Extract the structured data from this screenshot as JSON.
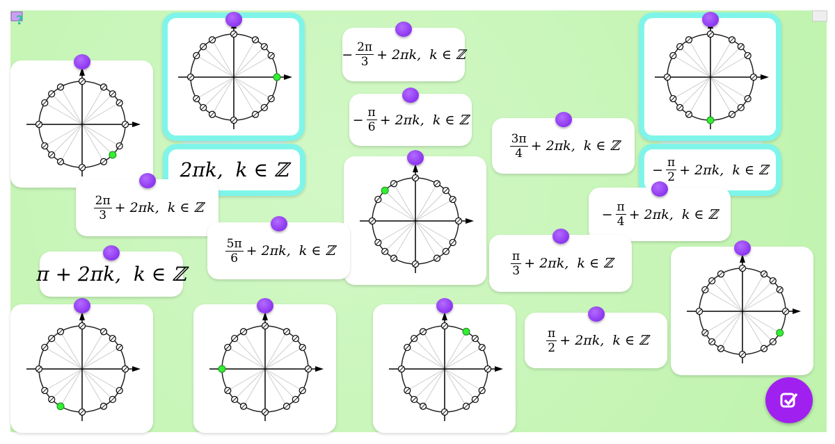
{
  "icons": {
    "help": "help-icon",
    "fullscreen": "fullscreen-icon",
    "check": "check-icon"
  },
  "colors": {
    "background": "#c4f5b6",
    "pin": "#8a2be2",
    "matched_border": "#7ff5ea",
    "highlight_point": "#33ee33",
    "check_button": "#a020f0"
  },
  "text_cards": [
    {
      "id": "t1",
      "prefix": "−",
      "num": "2π",
      "den": "3",
      "suffix": "+ 2πk,  k ∈ ℤ",
      "matched": false
    },
    {
      "id": "t2",
      "prefix": "−",
      "num": "π",
      "den": "6",
      "suffix": "+ 2πk,  k ∈ ℤ",
      "matched": false
    },
    {
      "id": "t3",
      "prefix": "",
      "num": "3π",
      "den": "4",
      "suffix": "+ 2πk,  k ∈ ℤ",
      "matched": false
    },
    {
      "id": "t4",
      "prefix": "",
      "num": "",
      "den": "",
      "suffix": "2πk,  k ∈ ℤ",
      "matched": true
    },
    {
      "id": "t5",
      "prefix": "−",
      "num": "π",
      "den": "2",
      "suffix": "+ 2πk,  k ∈ ℤ",
      "matched": true
    },
    {
      "id": "t6",
      "prefix": "",
      "num": "2π",
      "den": "3",
      "suffix": "+ 2πk,  k ∈ ℤ",
      "matched": false
    },
    {
      "id": "t7",
      "prefix": "−",
      "num": "π",
      "den": "4",
      "suffix": "+ 2πk,  k ∈ ℤ",
      "matched": false
    },
    {
      "id": "t8",
      "prefix": "",
      "num": "5π",
      "den": "6",
      "suffix": "+ 2πk,  k ∈ ℤ",
      "matched": false
    },
    {
      "id": "t9",
      "prefix": "",
      "num": "π",
      "den": "3",
      "suffix": "+ 2πk,  k ∈ ℤ",
      "matched": false
    },
    {
      "id": "t10",
      "prefix": "",
      "num": "",
      "den": "",
      "suffix": "π + 2πk,  k ∈ ℤ",
      "matched": false
    },
    {
      "id": "t11",
      "prefix": "",
      "num": "π",
      "den": "2",
      "suffix": "+ 2πk,  k ∈ ℤ",
      "matched": false
    }
  ],
  "circle_cards": [
    {
      "id": "c1",
      "highlight_deg": -45,
      "matched": false
    },
    {
      "id": "c2",
      "highlight_deg": 0,
      "matched": true
    },
    {
      "id": "c3",
      "highlight_deg": 135,
      "matched": false
    },
    {
      "id": "c4",
      "highlight_deg": -90,
      "matched": true
    },
    {
      "id": "c5",
      "highlight_deg": -30,
      "matched": false
    },
    {
      "id": "c6",
      "highlight_deg": -120,
      "matched": false
    },
    {
      "id": "c7",
      "highlight_deg": 180,
      "matched": false
    },
    {
      "id": "c8",
      "highlight_deg": 60,
      "matched": false
    }
  ]
}
